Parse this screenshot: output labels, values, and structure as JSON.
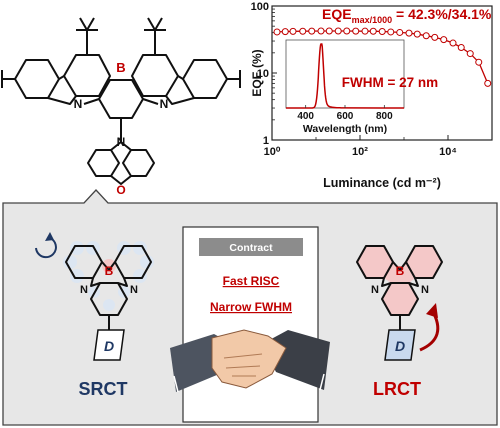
{
  "colors": {
    "red": "#c00000",
    "navy": "#1f3864",
    "panel_bg": "#e7e7e7",
    "ring_pink": "#f4c8c8",
    "ring_blue": "#dce6f2"
  },
  "molecule_top": {
    "boron_label": "B",
    "nitrogen_label": "N",
    "oxygen_label": "O"
  },
  "chart_data": {
    "type": "line",
    "series": [
      {
        "name": "EQE",
        "x": [
          1.3,
          2,
          3,
          5,
          8,
          13,
          20,
          32,
          50,
          80,
          130,
          200,
          320,
          500,
          800,
          1300,
          2000,
          3200,
          5000,
          8000,
          13000,
          20000,
          32000,
          50000,
          80000
        ],
        "y": [
          41,
          41.5,
          41.8,
          42,
          42.2,
          42.3,
          42.3,
          42.3,
          42.3,
          42.2,
          42.1,
          42,
          41.6,
          41,
          40.3,
          39.4,
          38,
          36,
          34,
          31.5,
          28,
          24,
          19.5,
          14.5,
          7
        ]
      }
    ],
    "ylabel": "EQE (%)",
    "xlabel": "Luminance (cd m⁻²)",
    "x_scale": "log",
    "y_scale": "log",
    "xlim": [
      1,
      100000
    ],
    "ylim": [
      1,
      100
    ],
    "x_ticks": [
      "10⁰",
      "10²",
      "10⁴"
    ],
    "y_ticks": [
      "100",
      "10",
      "1"
    ],
    "annotation_eqe": "EQE",
    "annotation_eqe_sub": "max/1000",
    "annotation_eqe_val": " = 42.3%/34.1%",
    "annotation_fwhm": "FWHM = 27 nm",
    "inset": {
      "xlabel": "Wavelength (nm)",
      "x_ticks": [
        "400",
        "600",
        "800"
      ],
      "peak_nm": 478,
      "fwhm_nm": 27,
      "xlim": [
        300,
        900
      ]
    }
  },
  "panel": {
    "srct_label": "SRCT",
    "lrct_label": "LRCT",
    "donor_label": "D",
    "contract_title": "Contract",
    "contract_line1": "Fast RISC",
    "contract_line2": "Narrow FWHM"
  }
}
